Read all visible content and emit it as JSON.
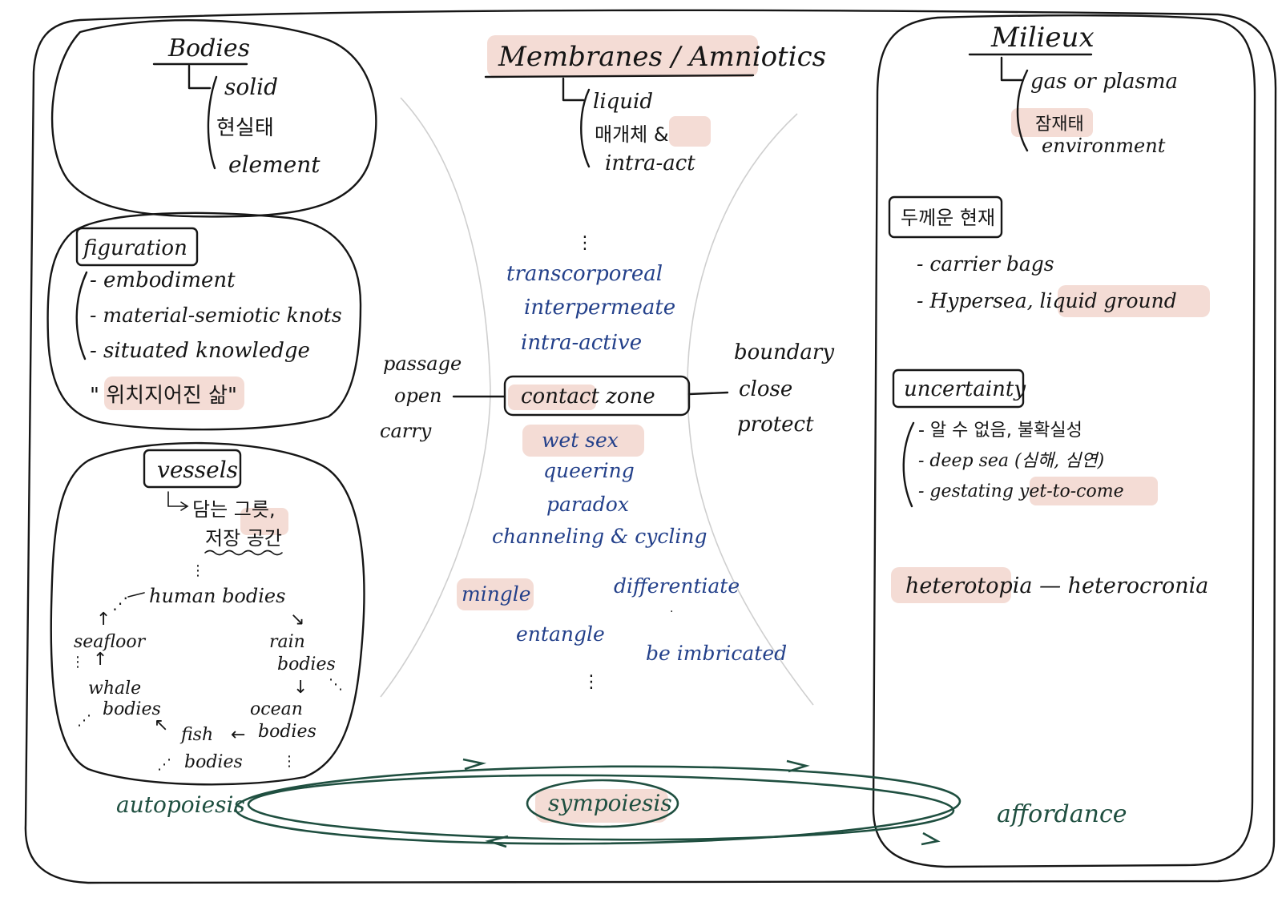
{
  "bodies": {
    "title": "Bodies",
    "items": [
      "solid",
      "현실태",
      "element"
    ]
  },
  "membranes": {
    "title": "Membranes / Amniotics",
    "items": [
      "liquid",
      "매개체 & ",
      "intra-act"
    ]
  },
  "milieux": {
    "title": "Milieux",
    "items": [
      "gas or plasma",
      "잠재태",
      "environment"
    ]
  },
  "figuration": {
    "title": "figuration",
    "items": [
      "- embodiment",
      "- material-semiotic knots",
      "- situated knowledge"
    ],
    "quote": "\" 위치지어진 삶\""
  },
  "vessels": {
    "title": "vessels",
    "desc_line1": "담는 그릇,",
    "desc_line2": "저장 공간",
    "cycle": {
      "human": "human bodies",
      "rain1": "rain",
      "rain2": "bodies",
      "ocean1": "ocean",
      "ocean2": "bodies",
      "fish1": "fish",
      "fish2": "bodies",
      "whale1": "whale",
      "whale2": "bodies",
      "seafloor": "seafloor"
    }
  },
  "center": {
    "upper_words": [
      "transcorporeal",
      "interpermeate",
      "intra-active"
    ],
    "contact_zone": "contact zone",
    "lower_words": [
      "wet sex",
      "queering",
      "paradox",
      "channeling & cycling"
    ],
    "scatter": {
      "mingle": "mingle",
      "differentiate": "differentiate",
      "entangle": "entangle",
      "imbricated": "be imbricated"
    },
    "left_words": [
      "passage",
      "open",
      "carry"
    ],
    "right_words": [
      "boundary",
      "close",
      "protect"
    ]
  },
  "dwelling": {
    "title": "두께운 현재",
    "items": [
      "- carrier bags",
      "- Hypersea, liquid ground"
    ]
  },
  "uncertainty": {
    "title": "uncertainty",
    "items": [
      "- 알 수 없음, 불확실성",
      "- deep sea (심해, 심연)",
      "- gestating yet-to-come"
    ]
  },
  "hetero": "heterotopia — heterocronia",
  "bottom": {
    "left": "autopoiesis",
    "center": "sympoiesis",
    "right": "affordance"
  },
  "colors": {
    "ink": "#161616",
    "blue_ink": "#23408a",
    "green_ink": "#1f4f40",
    "highlight": "#f4dcd5"
  }
}
